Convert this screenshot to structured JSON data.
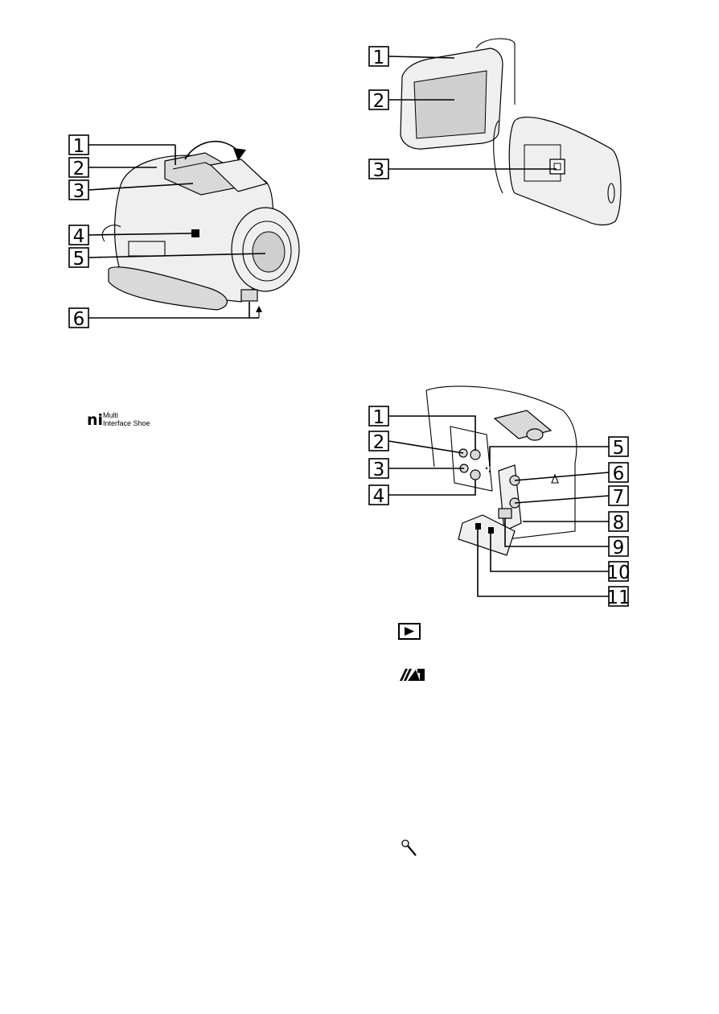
{
  "figure1": {
    "callouts": [
      "1",
      "2",
      "3",
      "4",
      "5",
      "6"
    ]
  },
  "figure2": {
    "callouts": [
      "1",
      "2",
      "3"
    ]
  },
  "figure3": {
    "callouts": [
      "1",
      "2",
      "3",
      "4",
      "5",
      "6",
      "7",
      "8",
      "9",
      "10",
      "11"
    ]
  },
  "logo": {
    "mark": "ni",
    "line1": "Multi",
    "line2": "Interface Shoe"
  },
  "icons": [
    "play-button-icon",
    "scene-selection-icon",
    "tip-magnifier-icon"
  ]
}
